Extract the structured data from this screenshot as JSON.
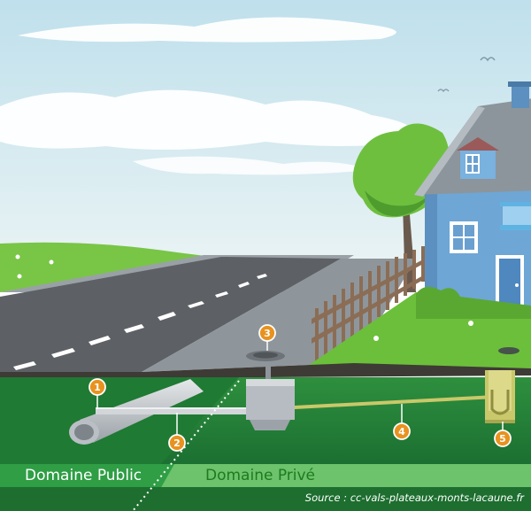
{
  "legend": {
    "public": "Domaine Public",
    "prive": "Domaine Privé"
  },
  "source": "Source : cc-vals-plateaux-monts-lacaune.fr",
  "markers": [
    {
      "number": "1"
    },
    {
      "number": "2"
    },
    {
      "number": "3"
    },
    {
      "number": "4"
    },
    {
      "number": "5"
    }
  ],
  "colors": {
    "sky": "#cfe6ef",
    "grass_surface": "#6cbf3a",
    "soil": "#24843a",
    "road": "#5d6166",
    "pipe": "#c9ced2",
    "house_wall": "#6ea6d6",
    "marker": "#e8921f",
    "band_public": "#2f9e45",
    "band_prive": "#6cc36b"
  }
}
